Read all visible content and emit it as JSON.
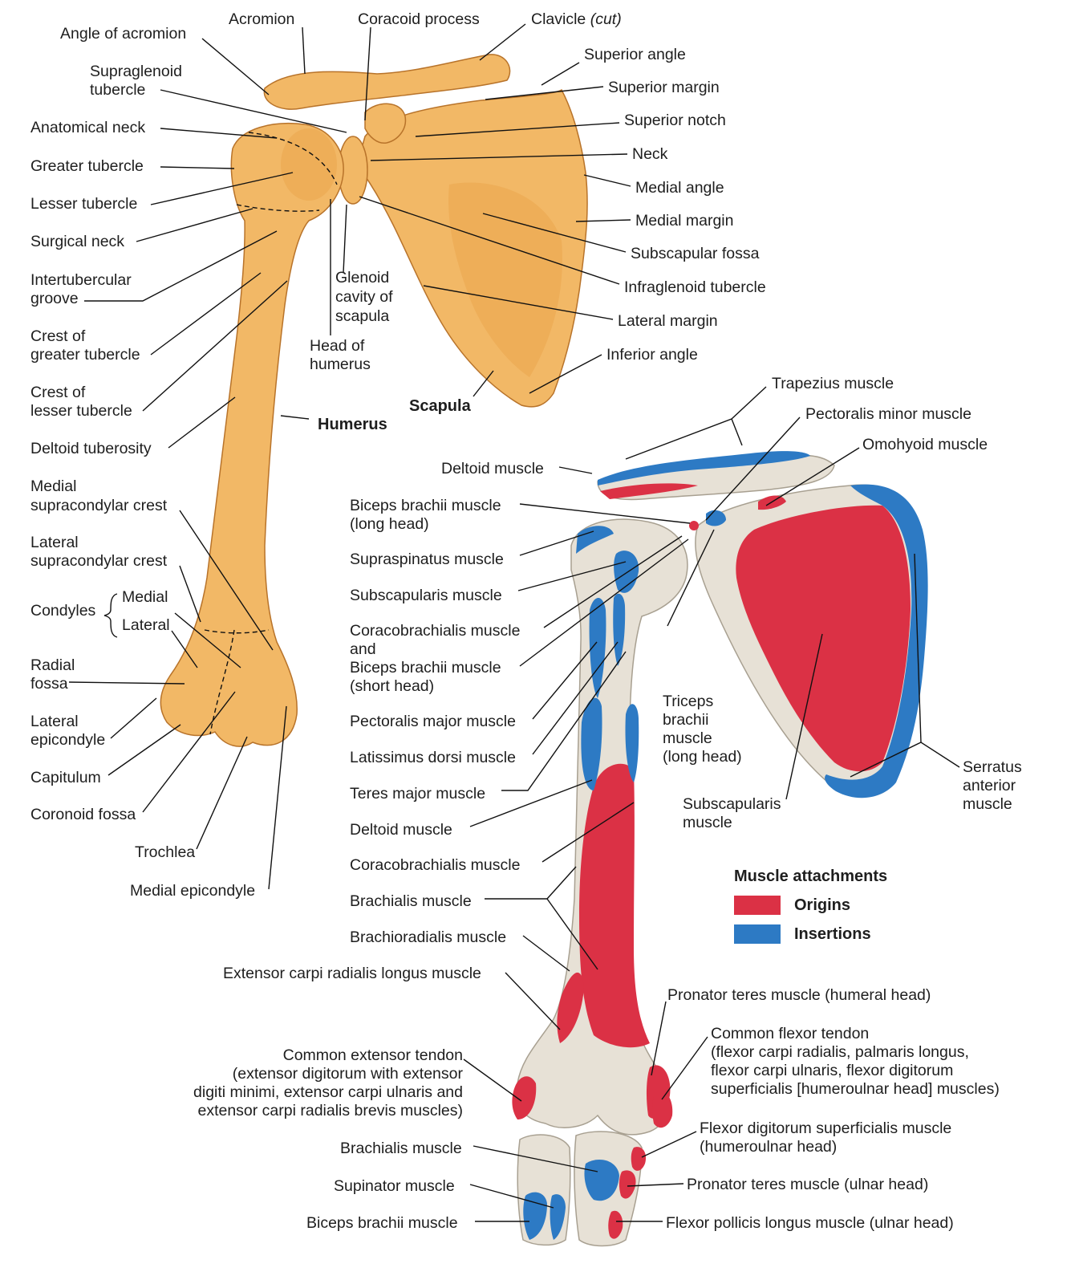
{
  "colors": {
    "origin": "#db3145",
    "insertion": "#2d7ac4",
    "bone": "#f2b866",
    "bone_pale": "#e7e1d6"
  },
  "labels": {
    "acromion": "Acromion",
    "angle_of_acromion": "Angle of acromion",
    "coracoid_process": "Coracoid process",
    "clavicle": "Clavicle",
    "cut": "(cut)",
    "supraglenoid_1": "Supraglenoid",
    "supraglenoid_2": "tubercle",
    "anatomical_neck": "Anatomical neck",
    "greater_tubercle": "Greater tubercle",
    "lesser_tubercle": "Lesser tubercle",
    "surgical_neck": "Surgical neck",
    "intertubercular_1": "Intertubercular",
    "intertubercular_2": "groove",
    "crest_greater_1": "Crest of",
    "crest_greater_2": "greater tubercle",
    "crest_lesser_1": "Crest of",
    "crest_lesser_2": "lesser tubercle",
    "deltoid_tuberosity": "Deltoid tuberosity",
    "medial_supracondylar_1": "Medial",
    "medial_supracondylar_2": "supracondylar crest",
    "lateral_supracondylar_1": "Lateral",
    "lateral_supracondylar_2": "supracondylar crest",
    "condyles": "Condyles",
    "condyle_medial": "Medial",
    "condyle_lateral": "Lateral",
    "radial_fossa_1": "Radial",
    "radial_fossa_2": "fossa",
    "lateral_epicondyle_1": "Lateral",
    "lateral_epicondyle_2": "epicondyle",
    "capitulum": "Capitulum",
    "coronoid_fossa": "Coronoid fossa",
    "trochlea": "Trochlea",
    "medial_epicondyle": "Medial epicondyle",
    "glenoid_1": "Glenoid",
    "glenoid_2": "cavity of",
    "glenoid_3": "scapula",
    "head_humerus_1": "Head of",
    "head_humerus_2": "humerus",
    "humerus": "Humerus",
    "scapula": "Scapula",
    "superior_angle": "Superior angle",
    "superior_margin": "Superior margin",
    "superior_notch": "Superior notch",
    "neck": "Neck",
    "medial_angle": "Medial angle",
    "medial_margin": "Medial margin",
    "subscapular_fossa": "Subscapular fossa",
    "infraglenoid": "Infraglenoid tubercle",
    "lateral_margin": "Lateral margin",
    "inferior_angle": "Inferior angle",
    "trapezius": "Trapezius muscle",
    "pectoralis_minor": "Pectoralis minor muscle",
    "omohyoid": "Omohyoid muscle",
    "deltoid_top": "Deltoid muscle",
    "biceps_long_1": "Biceps brachii muscle",
    "biceps_long_2": "(long head)",
    "supraspinatus": "Supraspinatus muscle",
    "subscapularis": "Subscapularis muscle",
    "coraco_1": "Coracobrachialis muscle",
    "coraco_2": "and",
    "coraco_3": "Biceps brachii muscle",
    "coraco_4": "(short head)",
    "pectoralis_major": "Pectoralis major muscle",
    "latissimus": "Latissimus dorsi muscle",
    "teres_major": "Teres major muscle",
    "deltoid_mid": "Deltoid muscle",
    "coracobrachialis": "Coracobrachialis muscle",
    "brachialis": "Brachialis muscle",
    "brachioradialis": "Brachioradialis muscle",
    "ecrl": "Extensor carpi radialis longus muscle",
    "triceps_1": "Triceps",
    "triceps_2": "brachii",
    "triceps_3": "muscle",
    "triceps_4": "(long head)",
    "subscap2_1": "Subscapularis",
    "subscap2_2": "muscle",
    "serratus_1": "Serratus",
    "serratus_2": "anterior",
    "serratus_3": "muscle",
    "legend_title": "Muscle attachments",
    "legend_origins": "Origins",
    "legend_insertions": "Insertions",
    "pronator_humeral": "Pronator teres muscle (humeral head)",
    "cft_1": "Common flexor tendon",
    "cft_2": "(flexor carpi radialis, palmaris longus,",
    "cft_3": "flexor carpi ulnaris, flexor digitorum",
    "cft_4": "superficialis [humeroulnar head] muscles)",
    "cet_1": "Common extensor tendon",
    "cet_2": "(extensor digitorum with extensor",
    "cet_3": "digiti minimi, extensor carpi ulnaris and",
    "cet_4": "extensor carpi radialis brevis muscles)",
    "fds_1": "Flexor digitorum superficialis muscle",
    "fds_2": "(humeroulnar head)",
    "brachialis_low": "Brachialis muscle",
    "supinator": "Supinator muscle",
    "pronator_ulnar": "Pronator teres muscle (ulnar head)",
    "biceps_low": "Biceps brachii muscle",
    "fpl": "Flexor pollicis longus muscle (ulnar head)"
  }
}
